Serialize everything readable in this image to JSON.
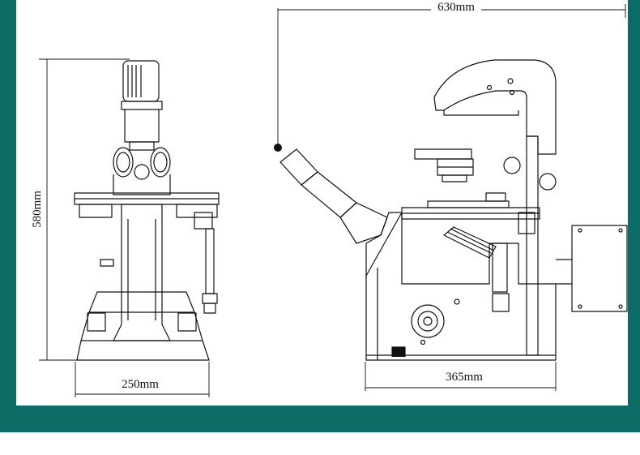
{
  "dimensions": {
    "total_width": "630mm",
    "height": "580mm",
    "front_width": "250mm",
    "base_depth": "365mm"
  },
  "colors": {
    "frame": "#0d6b66",
    "line": "#111111",
    "paper": "#ffffff"
  }
}
